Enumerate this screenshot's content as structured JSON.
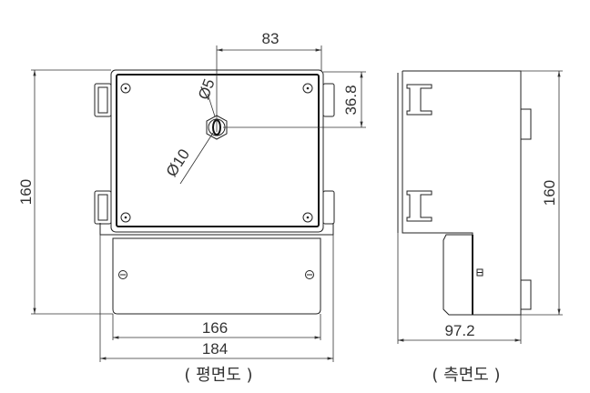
{
  "front_view": {
    "caption": "( 평면도 )",
    "dims": {
      "hole_offset_x": "83",
      "hole_offset_y": "36.8",
      "height": "160",
      "inner_width": "166",
      "outer_width": "184",
      "small_hole": "Ø5",
      "large_hole": "Ø10"
    }
  },
  "side_view": {
    "caption": "( 측면도 )",
    "dims": {
      "height": "160",
      "depth": "97.2"
    }
  }
}
